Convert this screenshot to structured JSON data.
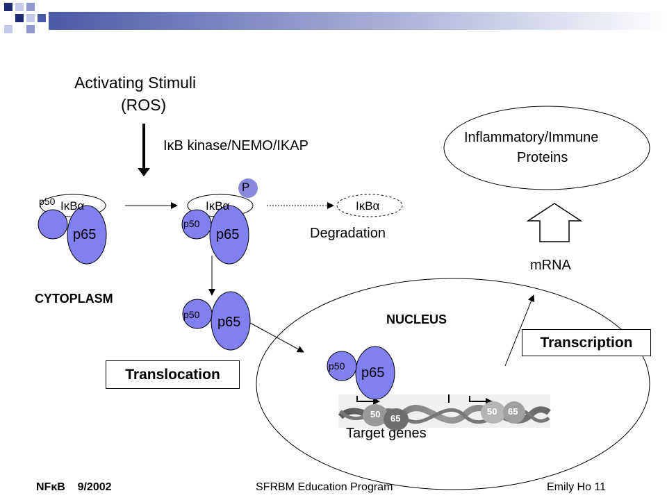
{
  "stimuli": {
    "line1": "Activating Stimuli",
    "line2": "(ROS)"
  },
  "kinase_label": "IκB kinase/NEMO/IKAP",
  "complex1": {
    "ikb": "IκBα",
    "p50": "p50",
    "p65": "p65"
  },
  "complex2": {
    "ikb": "IκBα",
    "p50": "p50",
    "p65": "p65",
    "phospho": "P"
  },
  "degraded": {
    "ikb": "IκBα",
    "label": "Degradation"
  },
  "cytoplasm_label": "CYTOPLASM",
  "complex3": {
    "p50": "p50",
    "p65": "p65"
  },
  "translocation_label": "Translocation",
  "nucleus": {
    "label": "NUCLEUS",
    "p50": "p50",
    "p65": "p65",
    "dna_labels": [
      "50",
      "65",
      "50",
      "65"
    ],
    "target_genes": "Target genes"
  },
  "transcription_label": "Transcription",
  "mrna_label": "mRNA",
  "proteins": {
    "line1": "Inflammatory/Immune",
    "line2": "Proteins"
  },
  "footer": {
    "left": "NFκB    9/2002",
    "center": "SFRBM Education Program",
    "right": "Emily Ho 11"
  },
  "colors": {
    "protein_fill": "#8080f0",
    "phospho_fill": "#8888dd",
    "accent_dark": "#1a2a80"
  }
}
